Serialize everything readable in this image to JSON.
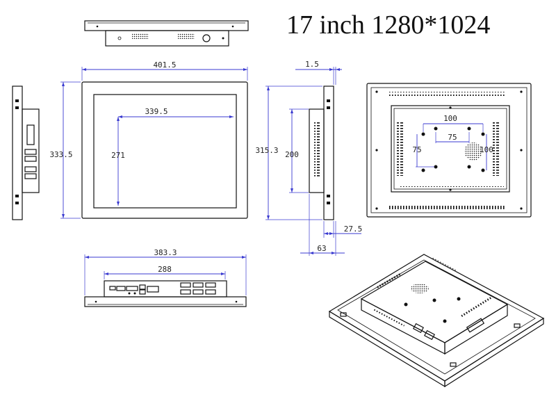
{
  "title": "17 inch 1280*1024",
  "dimensions": {
    "front_outer_width": "401.5",
    "front_outer_height": "333.5",
    "front_screen_width": "339.5",
    "front_screen_height": "271",
    "side_bezel_depth": "1.5",
    "side_height": "315.3",
    "side_bracket_height": "200",
    "side_bracket_depth": "27.5",
    "side_total_depth": "63",
    "back_vesa_100_horizontal": "100",
    "back_vesa_75_horizontal": "75",
    "back_vesa_75_vertical": "75",
    "back_vesa_100_vertical": "100",
    "bottom_width": "383.3",
    "bottom_io_width": "288"
  }
}
